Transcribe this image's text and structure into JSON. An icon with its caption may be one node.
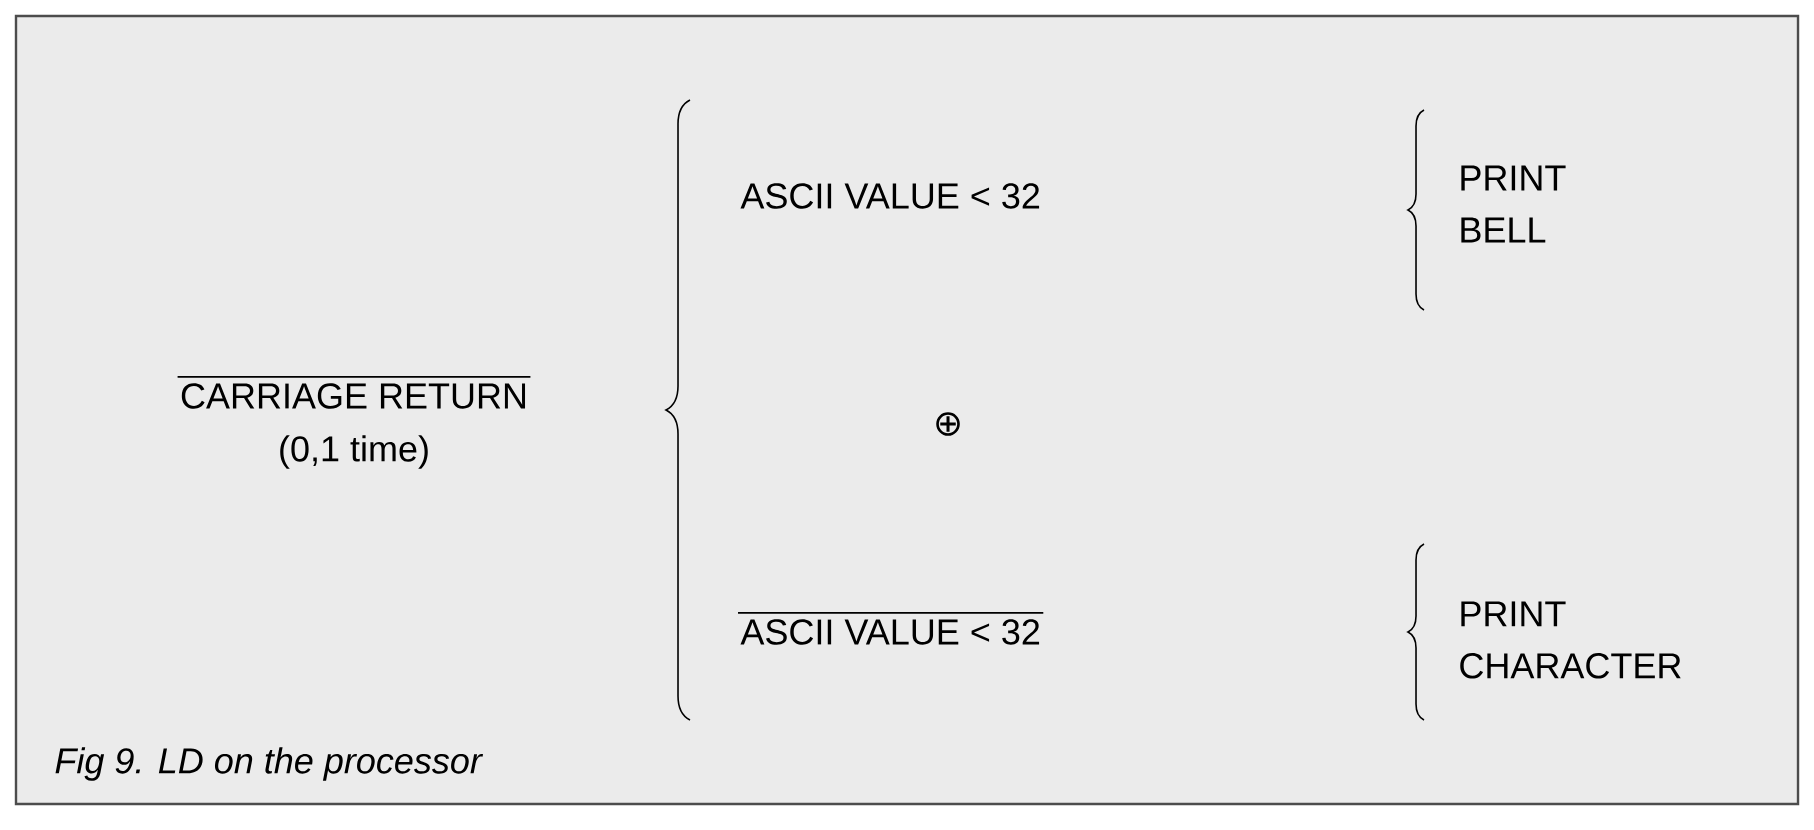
{
  "diagram": {
    "caption": "Fig 9. LD on the processor",
    "labels": [
      "CARRIAGE RETURN",
      "(0,1 time)",
      "ASCII VALUE < 32",
      "PRINT BELL",
      "⊕",
      "ASCII VALUE < 32",
      "PRINT CHARACTER"
    ]
  }
}
